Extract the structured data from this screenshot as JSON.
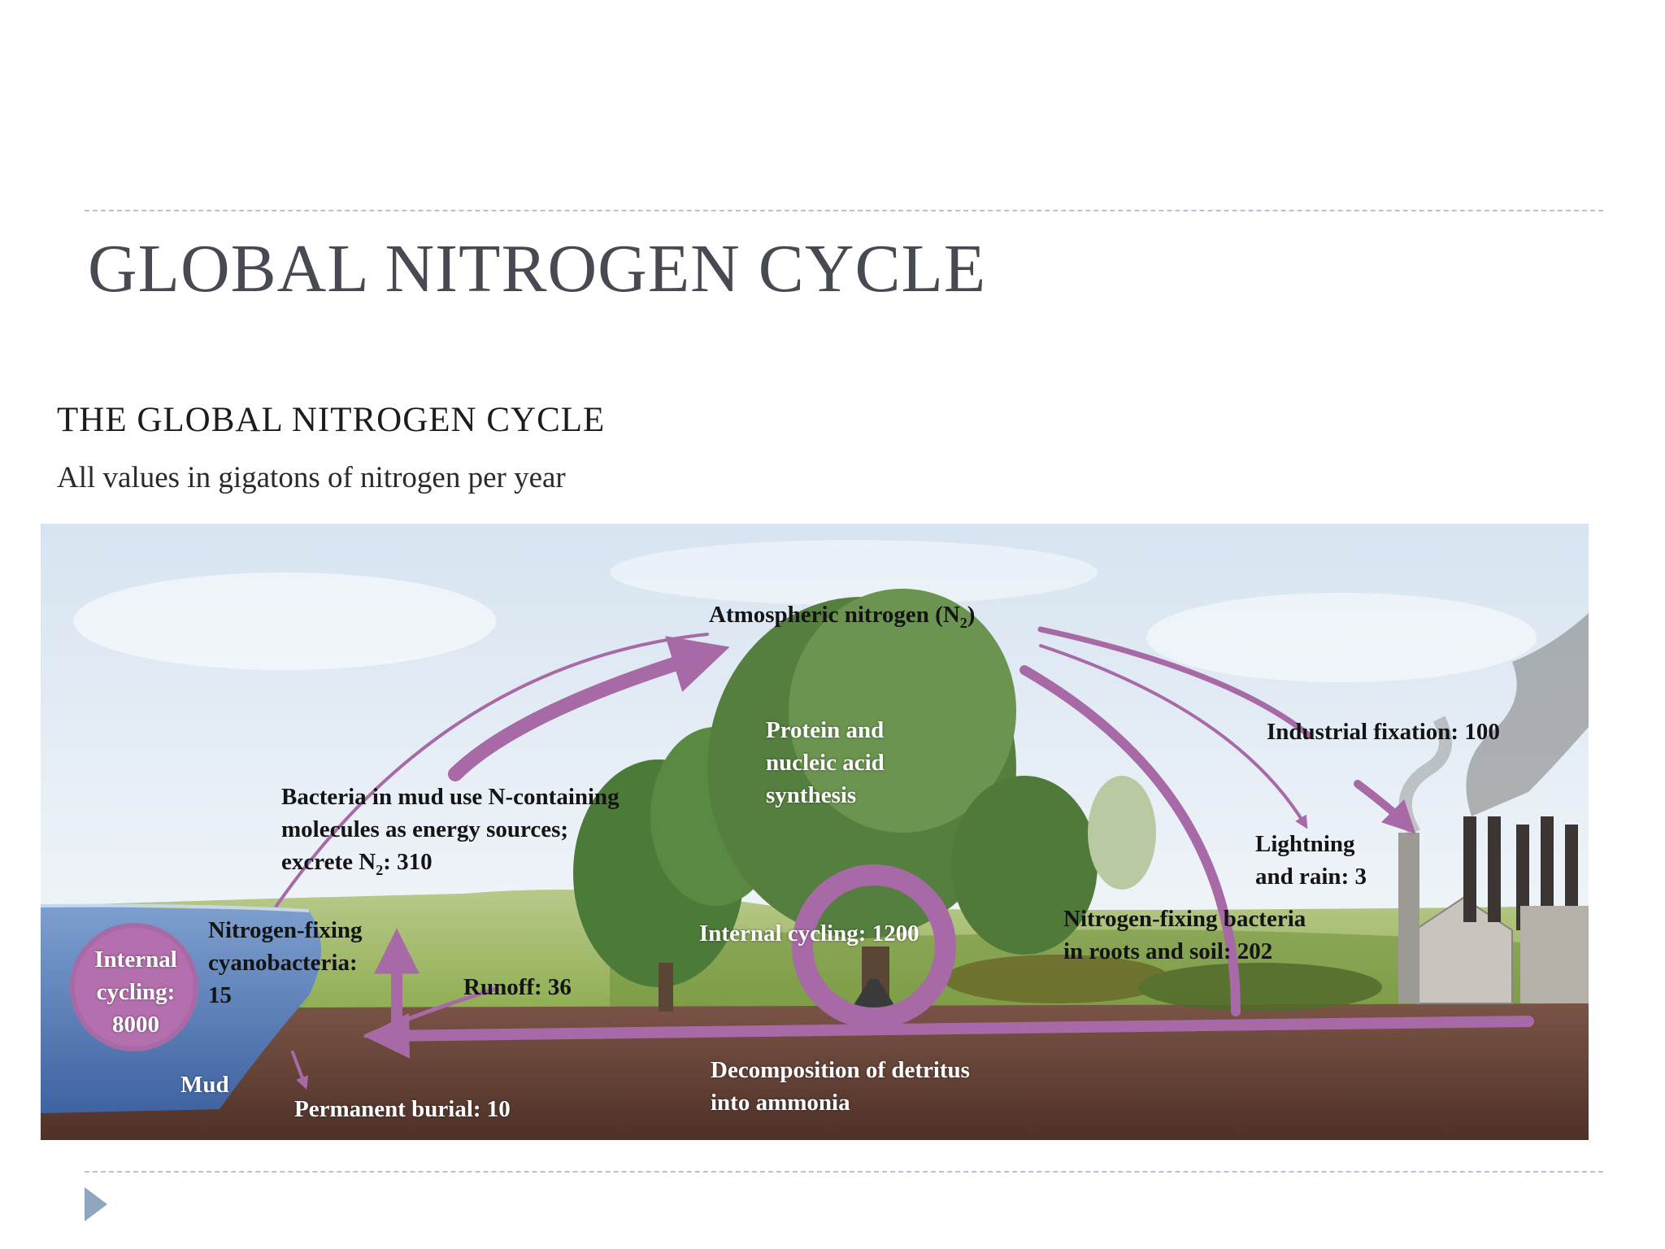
{
  "slide": {
    "title": "GLOBAL NITROGEN CYCLE"
  },
  "figure": {
    "title": "THE GLOBAL NITROGEN CYCLE",
    "subtitle": "All values in gigatons of nitrogen per year",
    "labels": {
      "atmospheric": "Atmospheric nitrogen (N",
      "atmospheric_sub": "2",
      "atmospheric_close": ")",
      "industrial": "Industrial fixation: 100",
      "protein_1": "Protein and",
      "protein_2": "nucleic acid",
      "protein_3": "synthesis",
      "bacteria_1": "Bacteria in mud use N-containing",
      "bacteria_2": "molecules as energy sources;",
      "bacteria_3a": "excrete N",
      "bacteria_3sub": "2",
      "bacteria_3b": ": 310",
      "lightning_1": "Lightning",
      "lightning_2": "and rain: 3",
      "fixing_cyano_1": "Nitrogen-fixing",
      "fixing_cyano_2": "cyanobacteria:",
      "fixing_cyano_3": "15",
      "internal_water_1": "Internal",
      "internal_water_2": "cycling:",
      "internal_water_3": "8000",
      "internal_land": "Internal cycling: 1200",
      "fixing_roots_1": "Nitrogen-fixing bacteria",
      "fixing_roots_2": "in roots and soil: 202",
      "runoff": "Runoff: 36",
      "mud": "Mud",
      "burial": "Permanent burial: 10",
      "decomp_1": "Decomposition of detritus",
      "decomp_2": "into ammonia"
    }
  },
  "colors": {
    "arrow": "#a86aa6",
    "sky_top": "#dfe9f3",
    "water": "#4f77b3",
    "soil": "#6e4a3c",
    "grass": "#9ab65a",
    "tree": "#4f7f3c",
    "accent_bullet": "#8fa6bf"
  }
}
